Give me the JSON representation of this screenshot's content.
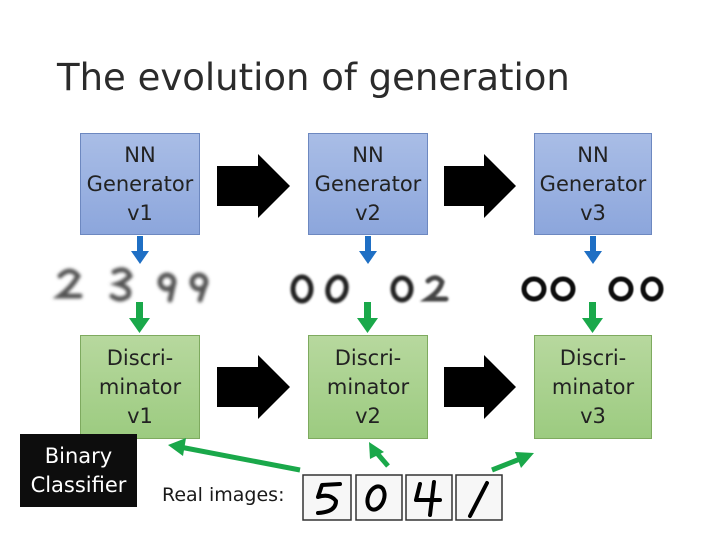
{
  "slide": {
    "title": "The evolution of generation"
  },
  "generators": [
    {
      "lines": [
        "NN",
        "Generator",
        "v1"
      ]
    },
    {
      "lines": [
        "NN",
        "Generator",
        "v2"
      ]
    },
    {
      "lines": [
        "NN",
        "Generator",
        "v3"
      ]
    }
  ],
  "discriminators": [
    {
      "lines": [
        "Discri-",
        "minator",
        "v1"
      ]
    },
    {
      "lines": [
        "Discri-",
        "minator",
        "v2"
      ]
    },
    {
      "lines": [
        "Discri-",
        "minator",
        "v3"
      ]
    }
  ],
  "binary_classifier": {
    "lines": [
      "Binary",
      "Classifier"
    ]
  },
  "real_images": {
    "label": "Real images:"
  },
  "colors": {
    "generator_fill": "#8ca6dc",
    "discriminator_fill": "#9ccb80",
    "blue_arrow": "#1f6fc4",
    "green_arrow": "#1aa84a",
    "black_arrow": "#000000"
  }
}
